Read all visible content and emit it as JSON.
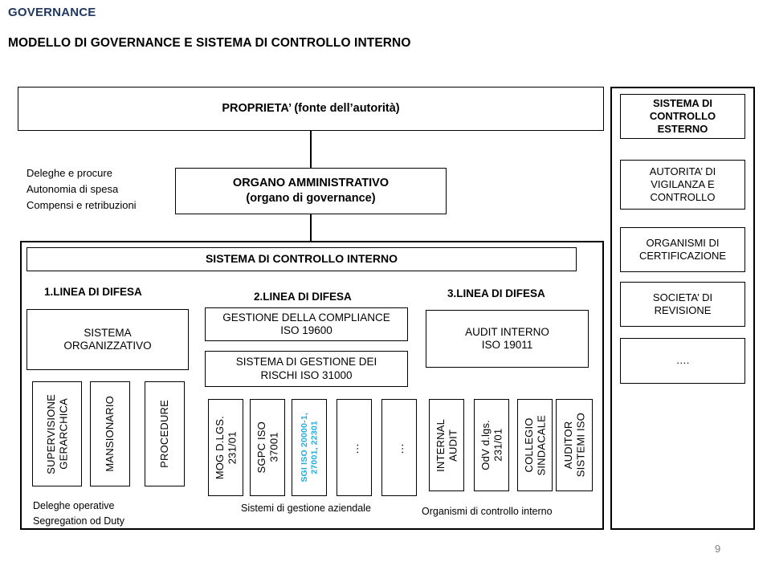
{
  "header": {
    "kicker": "GOVERNANCE",
    "title": "MODELLO DI GOVERNANCE E SISTEMA DI CONTROLLO INTERNO"
  },
  "colors": {
    "kicker": "#1F3864",
    "highlight": "#1CADE4",
    "page_number": "#808080",
    "border": "#000000"
  },
  "top": {
    "proprieta": "PROPRIETA’ (fonte dell’autorità)",
    "organo": "ORGANO AMMINISTRATIVO\n(organo di governance)",
    "deleghe_note": "Deleghe e procure\nAutonomia di spesa\nCompensi e retribuzioni"
  },
  "internal": {
    "title": "SISTEMA DI CONTROLLO INTERNO",
    "lines": [
      {
        "heading": "1.LINEA DI DIFESA",
        "boxes": [
          "SISTEMA\nORGANIZZATIVO"
        ],
        "items": [
          "SUPERVISIONE\nGERARCHICA",
          "MANSIONARIO",
          "PROCEDURE"
        ],
        "caption": "Deleghe operative\nSegregation od Duty"
      },
      {
        "heading": "2.LINEA DI DIFESA",
        "boxes": [
          "GESTIONE DELLA COMPLIANCE\nISO 19600",
          "SISTEMA DI GESTIONE DEI\nRISCHI ISO 31000"
        ],
        "items": [
          "MOG D.LGS.\n231/01",
          "SGPC ISO\n37001",
          "SGI ISO 20000-1,\n27001, 22301",
          "…",
          "…"
        ],
        "caption": "Sistemi di gestione aziendale"
      },
      {
        "heading": "3.LINEA DI DIFESA",
        "boxes": [
          "AUDIT INTERNO\nISO 19011"
        ],
        "items": [
          "INTERNAL\nAUDIT",
          "OdV d.lgs.\n231/01",
          "COLLEGIO\nSINDACALE",
          "AUDITOR\nSISTEMI ISO"
        ],
        "caption": "Organismi di controllo interno"
      }
    ]
  },
  "external": {
    "items": [
      "SISTEMA DI\nCONTROLLO\nESTERNO",
      "AUTORITA’ DI\nVIGILANZA E\nCONTROLLO",
      "ORGANISMI DI\nCERTIFICAZIONE",
      "SOCIETA’ DI\nREVISIONE",
      "…."
    ]
  },
  "footer": {
    "page_number": "9"
  }
}
